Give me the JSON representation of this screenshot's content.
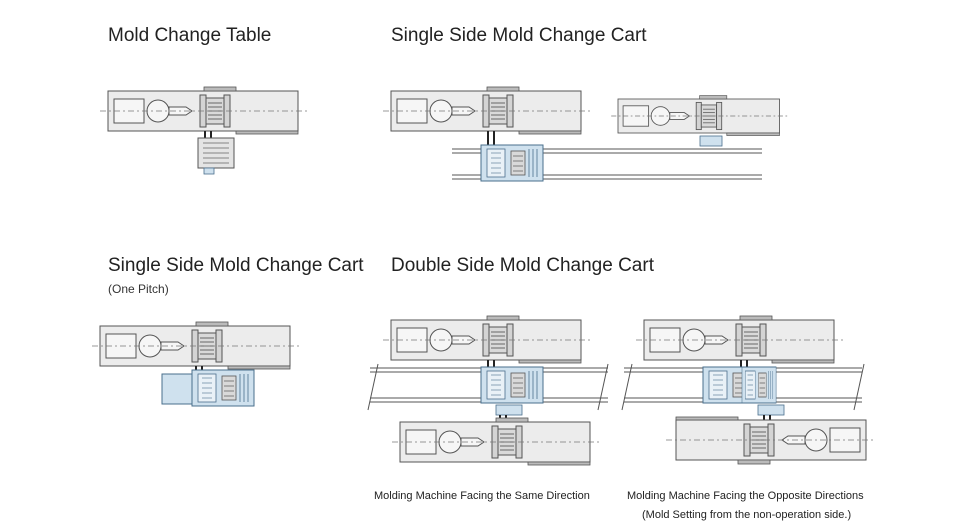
{
  "panels": {
    "mold_change_table": {
      "title": "Mold Change Table"
    },
    "single_side_cart": {
      "title": "Single Side Mold Change Cart"
    },
    "single_side_cart_one_pitch": {
      "title": "Single Side Mold Change Cart",
      "subtitle": "(One Pitch)"
    },
    "double_side_cart": {
      "title": "Double Side Mold Change Cart",
      "captions": {
        "same_direction": "Molding Machine Facing the Same Direction",
        "opposite_directions_line1": "Molding Machine Facing the Opposite Directions",
        "opposite_directions_line2": "(Mold Setting from the non-operation side.)"
      }
    }
  },
  "colors": {
    "machine_fill": "#ececec",
    "outline": "#555555",
    "cart_fill": "#cfe1ee",
    "cart_outline": "#4a6f8c",
    "mold_fill": "#d9d9d9"
  }
}
